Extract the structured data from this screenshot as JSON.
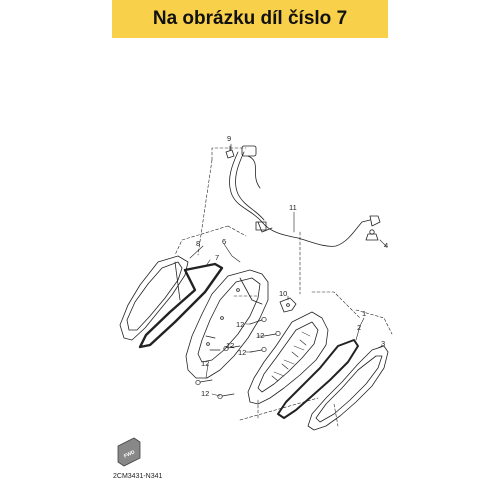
{
  "banner": {
    "text": "Na obrázku díl číslo 7"
  },
  "callouts": {
    "c1": "1",
    "c2": "2",
    "c3": "3",
    "c4": "4",
    "c6": "6",
    "c7": "7",
    "c8": "8",
    "c9": "9",
    "c10": "10",
    "c11": "11",
    "c12a": "12",
    "c12b": "12",
    "c12c": "12",
    "c12d": "12",
    "c12e": "12",
    "c12f": "12"
  },
  "fwd_badge": "FWD",
  "diagram_code": "2CM3431-N341",
  "colors": {
    "banner_bg": "#f9d049",
    "line": "#222222"
  }
}
